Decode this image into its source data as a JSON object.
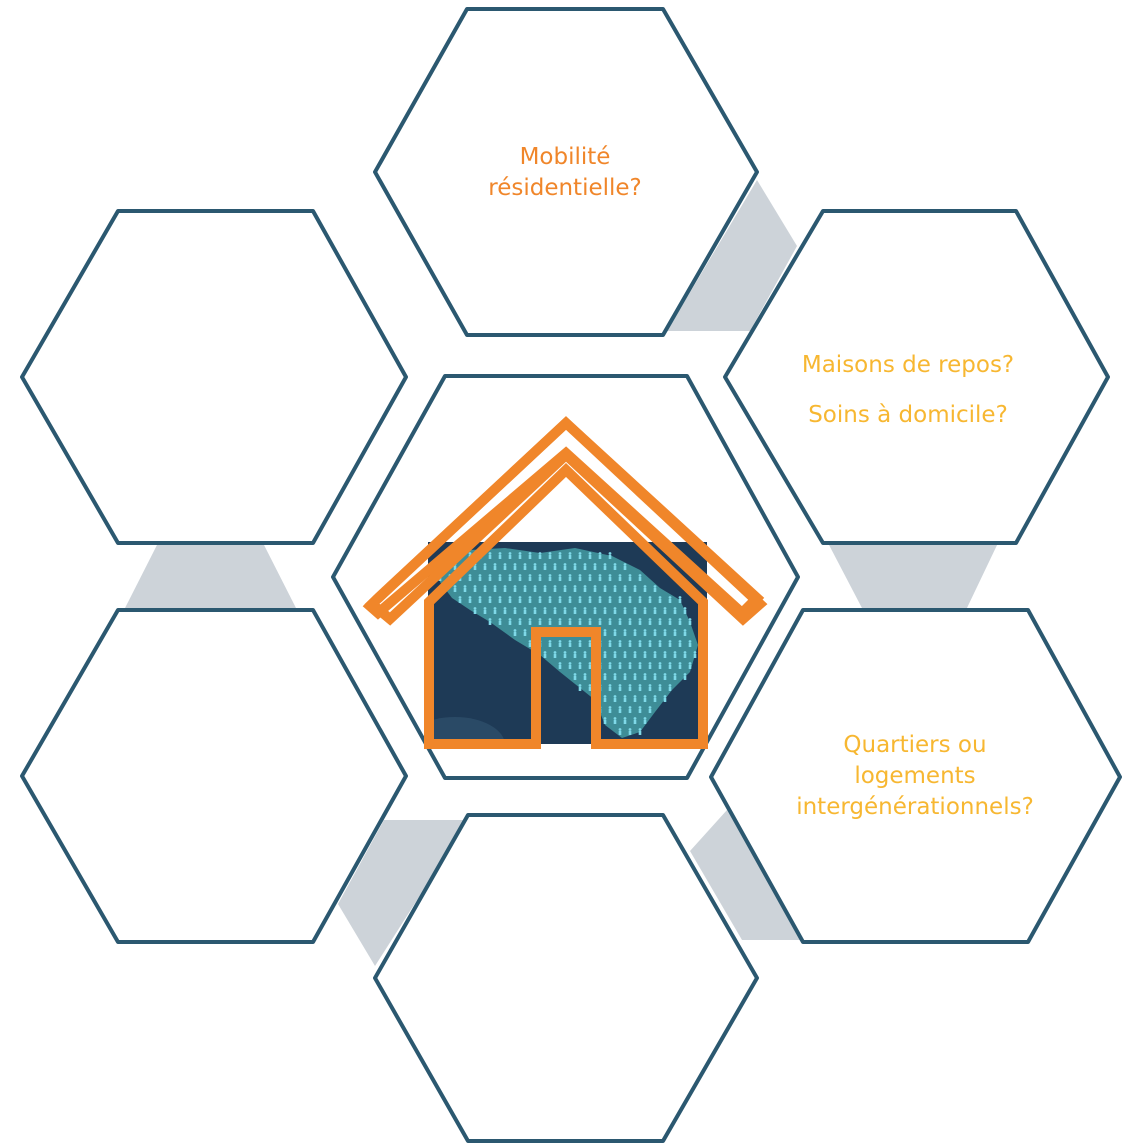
{
  "diagram": {
    "colors": {
      "outline": "#2b5870",
      "connector": "#cdd3d9",
      "orange": "#f0862a",
      "yellow": "#f7b731",
      "house_background": "#1e3a56",
      "map_fill": "#3e8d97",
      "people": "#7fd9e8"
    },
    "center_image": "house-with-map-icon",
    "labels": {
      "top": [
        "Mobilité",
        "résidentielle?"
      ],
      "upper_right": [
        "Maisons de repos?",
        "Soins à domicile?"
      ],
      "lower_right": [
        "Quartiers ou",
        "logements",
        "intergénérationnels?"
      ]
    },
    "empty_hexagons": [
      "upper-left",
      "lower-left",
      "bottom"
    ]
  }
}
